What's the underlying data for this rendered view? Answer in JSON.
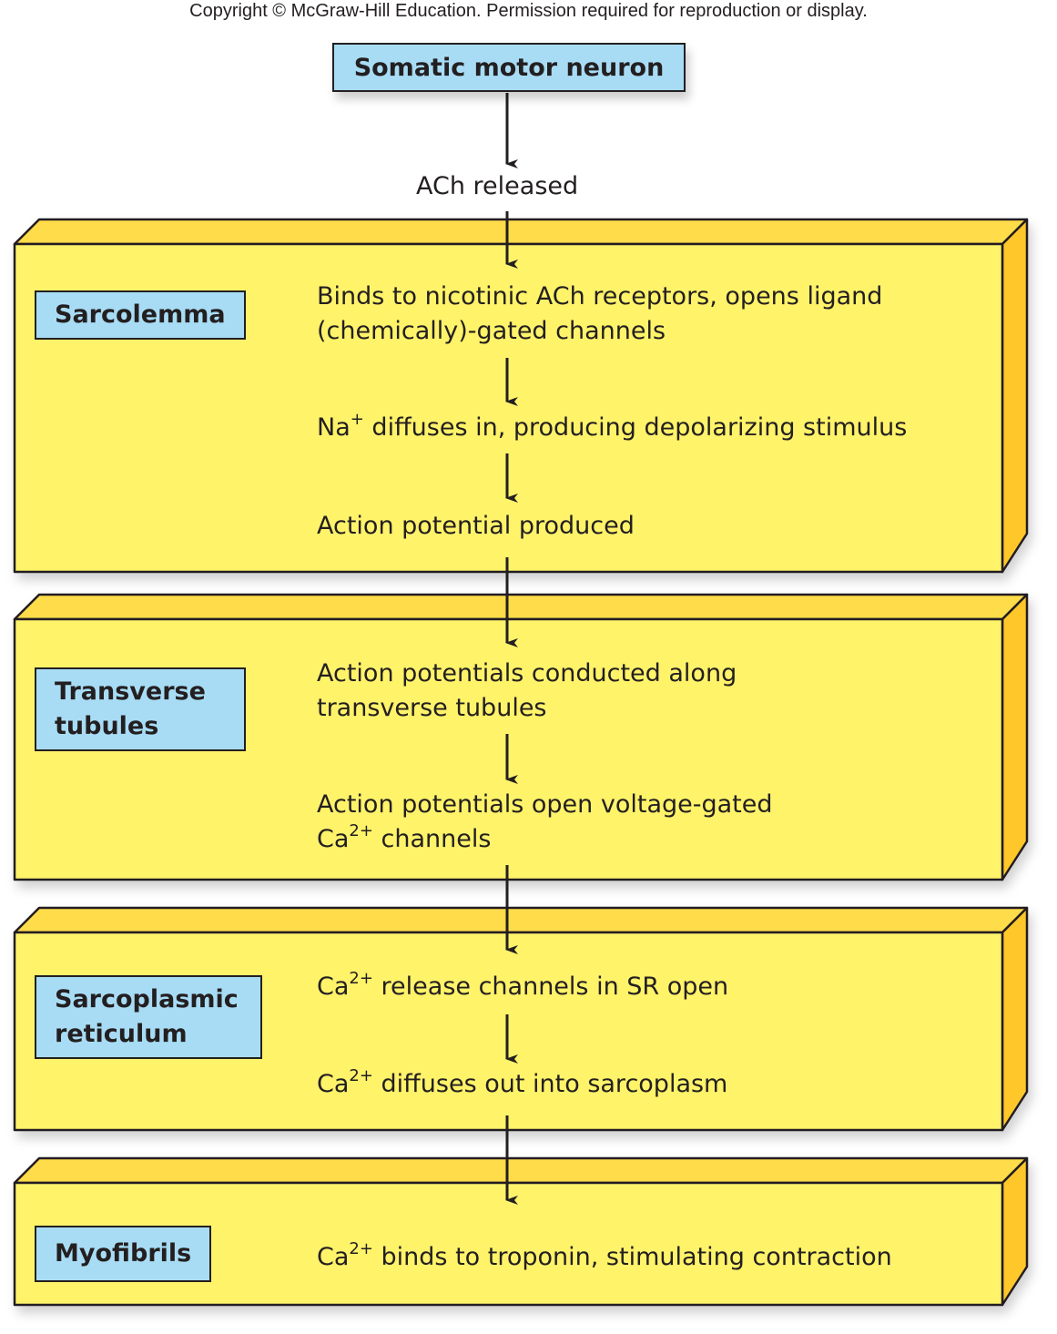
{
  "copyright": "Copyright © McGraw-Hill Education. Permission required for reproduction or display.",
  "top_node": "Somatic motor neuron",
  "ach_released": "ACh released",
  "colors": {
    "label_fill": "#a8dcf5",
    "box_front": "#fff36b",
    "box_top": "#ffdc4a",
    "box_side": "#ffc72c",
    "stroke": "#231f20"
  },
  "sections": [
    {
      "label": "Sarcolemma",
      "steps": [
        {
          "line1": "Binds to nicotinic ACh receptors, opens ligand",
          "line2": "(chemically)-gated channels"
        },
        {
          "pre": "Na",
          "sup": "+",
          "post": " diffuses in, producing depolarizing stimulus"
        },
        {
          "line1": "Action potential produced"
        }
      ]
    },
    {
      "label_line1": "Transverse",
      "label_line2": "tubules",
      "steps": [
        {
          "line1": "Action potentials conducted along",
          "line2": "transverse tubules"
        },
        {
          "line1": "Action potentials open voltage-gated",
          "pre": "Ca",
          "sup": "2+",
          "post": " channels"
        }
      ]
    },
    {
      "label_line1": "Sarcoplasmic",
      "label_line2": "reticulum",
      "steps": [
        {
          "pre": "Ca",
          "sup": "2+",
          "post": " release channels in SR open"
        },
        {
          "pre": "Ca",
          "sup": "2+",
          "post": " diffuses out into sarcoplasm"
        }
      ]
    },
    {
      "label": "Myofibrils",
      "steps": [
        {
          "pre": "Ca",
          "sup": "2+",
          "post": " binds to troponin, stimulating contraction"
        }
      ]
    }
  ]
}
